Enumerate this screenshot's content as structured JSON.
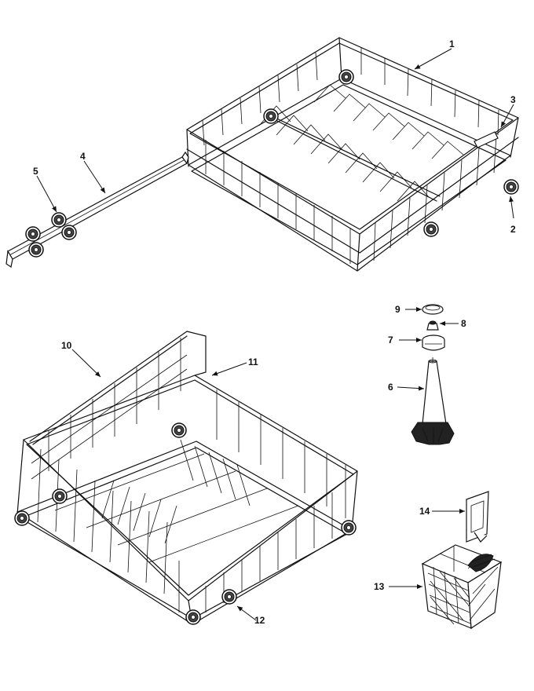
{
  "callouts": [
    {
      "id": "1",
      "text": "1"
    },
    {
      "id": "2",
      "text": "2"
    },
    {
      "id": "3",
      "text": "3"
    },
    {
      "id": "4",
      "text": "4"
    },
    {
      "id": "5",
      "text": "5"
    },
    {
      "id": "6",
      "text": "6"
    },
    {
      "id": "7",
      "text": "7"
    },
    {
      "id": "8",
      "text": "8"
    },
    {
      "id": "9",
      "text": "9"
    },
    {
      "id": "10",
      "text": "10"
    },
    {
      "id": "11",
      "text": "11"
    },
    {
      "id": "12",
      "text": "12"
    },
    {
      "id": "13",
      "text": "13"
    },
    {
      "id": "14",
      "text": "14"
    }
  ],
  "colors": {
    "line": "#111111",
    "background": "#ffffff"
  }
}
